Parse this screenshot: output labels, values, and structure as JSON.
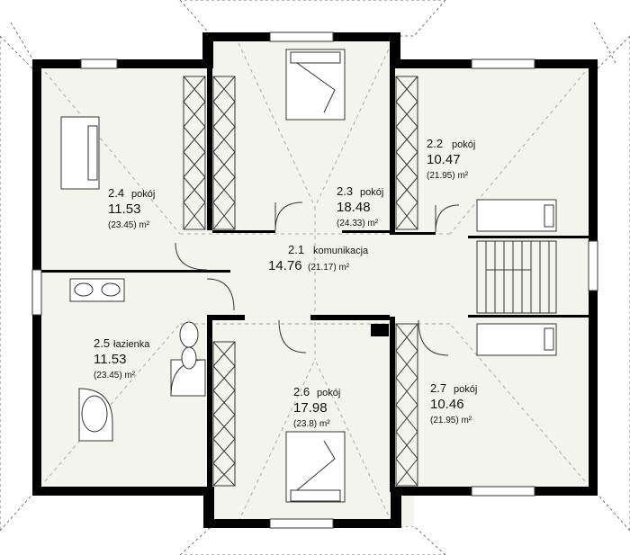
{
  "rooms": {
    "r21": {
      "number": "2.1",
      "name": "komunikacja",
      "area": "14.76",
      "gross": "(21.17) m²"
    },
    "r22": {
      "number": "2.2",
      "name": "pokój",
      "area": "10.47",
      "gross": "(21.95) m²"
    },
    "r23": {
      "number": "2.3",
      "name": "pokój",
      "area": "18.48",
      "gross": "(24.33) m²"
    },
    "r24": {
      "number": "2.4",
      "name": "pokój",
      "area": "11.53",
      "gross": "(23.45) m²"
    },
    "r25": {
      "number": "2.5",
      "name": "łazienka",
      "area": "11.53",
      "gross": "(23.45) m²"
    },
    "r26": {
      "number": "2.6",
      "name": "pokój",
      "area": "17.98",
      "gross": "(23.8) m²"
    },
    "r27": {
      "number": "2.7",
      "name": "pokój",
      "area": "10.46",
      "gross": "(21.95) m²"
    }
  },
  "colors": {
    "wall": "#000000",
    "floor": "#f4f4ef",
    "roof_line": "#555555",
    "dash": "#888888"
  }
}
